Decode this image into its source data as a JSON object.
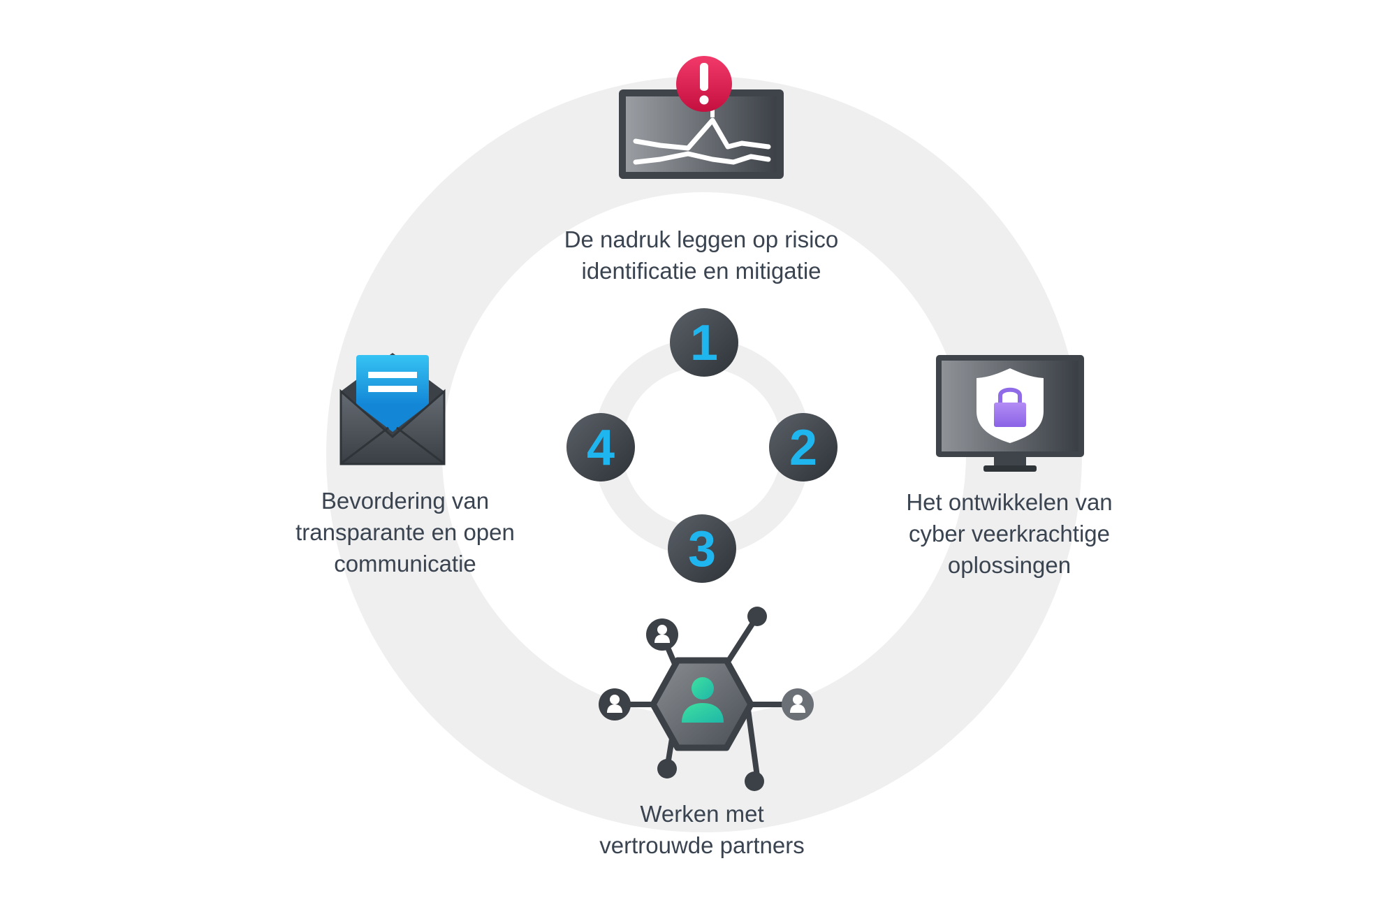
{
  "steps": [
    {
      "number": "1",
      "lines": [
        "De nadruk leggen op risico",
        "identificatie en mitigatie"
      ],
      "icon": "risk-alert-monitor-icon"
    },
    {
      "number": "2",
      "lines": [
        "Het ontwikkelen van",
        "cyber veerkrachtige",
        "oplossingen"
      ],
      "icon": "shield-lock-monitor-icon"
    },
    {
      "number": "3",
      "lines": [
        "Werken met",
        "vertrouwde partners"
      ],
      "icon": "partner-network-icon"
    },
    {
      "number": "4",
      "lines": [
        "Bevordering van",
        "transparante en open",
        "communicatie"
      ],
      "icon": "open-envelope-icon"
    }
  ],
  "colors": {
    "ring": "#efefef",
    "number_badge": "#3e444b",
    "number_text": "#1fb6f0",
    "label_text": "#3a4350",
    "alert": "#e0194f",
    "lock": "#9b7cf0",
    "person_center": "#2fcf9a",
    "envelope_letter": "#1fa8e6"
  }
}
